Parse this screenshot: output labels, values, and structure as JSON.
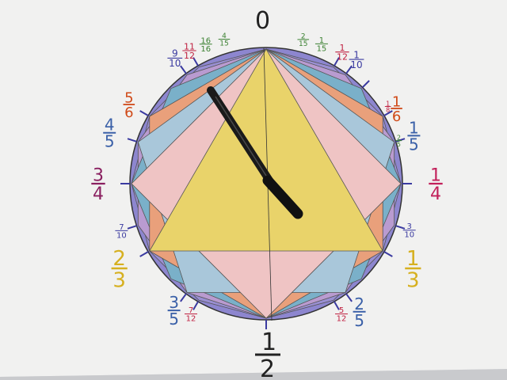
{
  "center_label": "0",
  "bottom_top": "1",
  "bottom_bottom": "2",
  "big_fractions": [
    {
      "id": "one-third",
      "num": "1",
      "den": "3",
      "color": "#d6b020"
    },
    {
      "id": "two-thirds",
      "num": "2",
      "den": "3",
      "color": "#d6b020"
    },
    {
      "id": "one-quarter",
      "num": "1",
      "den": "4",
      "color": "#c2205a"
    },
    {
      "id": "three-quarters",
      "num": "3",
      "den": "4",
      "color": "#8a2060"
    },
    {
      "id": "one-fifth",
      "num": "1",
      "den": "5",
      "color": "#3a60a8"
    },
    {
      "id": "four-fifths",
      "num": "4",
      "den": "5",
      "color": "#3a60a8"
    },
    {
      "id": "two-fifths",
      "num": "2",
      "den": "5",
      "color": "#3a60a8"
    },
    {
      "id": "three-fifths",
      "num": "3",
      "den": "5",
      "color": "#3a60a8"
    },
    {
      "id": "one-sixth",
      "num": "1",
      "den": "6",
      "color": "#d04a18"
    },
    {
      "id": "five-sixths",
      "num": "5",
      "den": "6",
      "color": "#d04a18"
    }
  ],
  "small_fractions": [
    {
      "id": "one-tenth",
      "num": "1",
      "den": "10",
      "color": "#3a3aa0"
    },
    {
      "id": "three-tenths",
      "num": "3",
      "den": "10",
      "color": "#3a3aa0"
    },
    {
      "id": "seven-tenths",
      "num": "7",
      "den": "10",
      "color": "#3a3aa0"
    },
    {
      "id": "nine-tenths",
      "num": "9",
      "den": "10",
      "color": "#3a3aa0"
    },
    {
      "id": "one-twelfth",
      "num": "1",
      "den": "12",
      "color": "#c02040"
    },
    {
      "id": "eleven-twelfths",
      "num": "11",
      "den": "12",
      "color": "#c02040"
    },
    {
      "id": "five-twelfths",
      "num": "5",
      "den": "12",
      "color": "#c02040"
    },
    {
      "id": "seven-twelfths",
      "num": "7",
      "den": "12",
      "color": "#c02040"
    },
    {
      "id": "one-eighth",
      "num": "1",
      "den": "8",
      "color": "#c02040"
    },
    {
      "id": "one-fifteenth",
      "num": "1",
      "den": "15",
      "color": "#3a8030"
    },
    {
      "id": "two-fifteenths",
      "num": "2",
      "den": "15",
      "color": "#3a8030"
    },
    {
      "id": "four-fifteenths",
      "num": "4",
      "den": "15",
      "color": "#3a8030"
    },
    {
      "id": "sixteen-sixteenths",
      "num": "16",
      "den": "16",
      "color": "#3a8030"
    },
    {
      "id": "two-fifth-small",
      "num": "2",
      "den": "5",
      "color": "#3a8030"
    }
  ],
  "colors": {
    "paper": "#f1f1f0",
    "triangle": "#e9d36a",
    "square": "#efc4c4",
    "pentagon": "#a9c7da",
    "hexagon": "#e9a07b",
    "outer": "#8d86cf",
    "pen": "#1a1a1a",
    "outline": "#333333"
  }
}
